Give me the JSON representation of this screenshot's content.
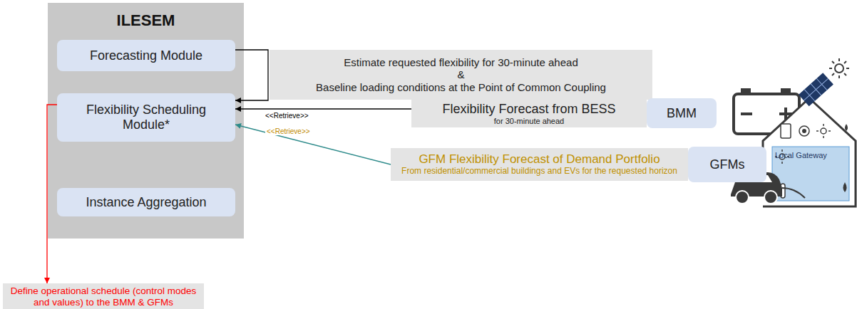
{
  "diagram": {
    "nodes": [
      {
        "text": [
          "ILESEM"
        ]
      },
      {
        "text": [
          "Forecasting Module"
        ],
        "in": 0
      },
      {
        "text": [
          "Flexibility Scheduling Module*"
        ],
        "in": 0
      },
      {
        "text": [
          "Instance Aggregation"
        ],
        "in": 0
      },
      {
        "text": [
          "Estimate requested flexibility for 30-minute ahead",
          "&",
          "Baseline loading conditions at the Point of Common Coupling"
        ]
      },
      {
        "text": [
          "Flexibility Forecast from BESS",
          "for 30-minute ahead"
        ]
      },
      {
        "text": [
          "BMM"
        ]
      },
      {
        "text": [
          "GFM Flexibility Forecast of Demand Portfolio",
          "From residential/commercial buildings and EVs for the requested horizon"
        ]
      },
      {
        "text": [
          "GFMs"
        ]
      },
      {
        "text": [
          "Define operational schedule (control modes and values) to the BMM & GFMs"
        ]
      }
    ],
    "edges": [
      {
        "from": 1,
        "to": 2,
        "arrow": "to"
      },
      {
        "from": 5,
        "to": 2,
        "label": "<<Retrieve>>",
        "arrow": "to"
      },
      {
        "from": 7,
        "to": 2,
        "label": "<<Retrieve>>",
        "arrow": "to"
      },
      {
        "from": 2,
        "to": 9,
        "arrow": "to"
      }
    ],
    "labels": [
      "Local Gateway"
    ]
  }
}
